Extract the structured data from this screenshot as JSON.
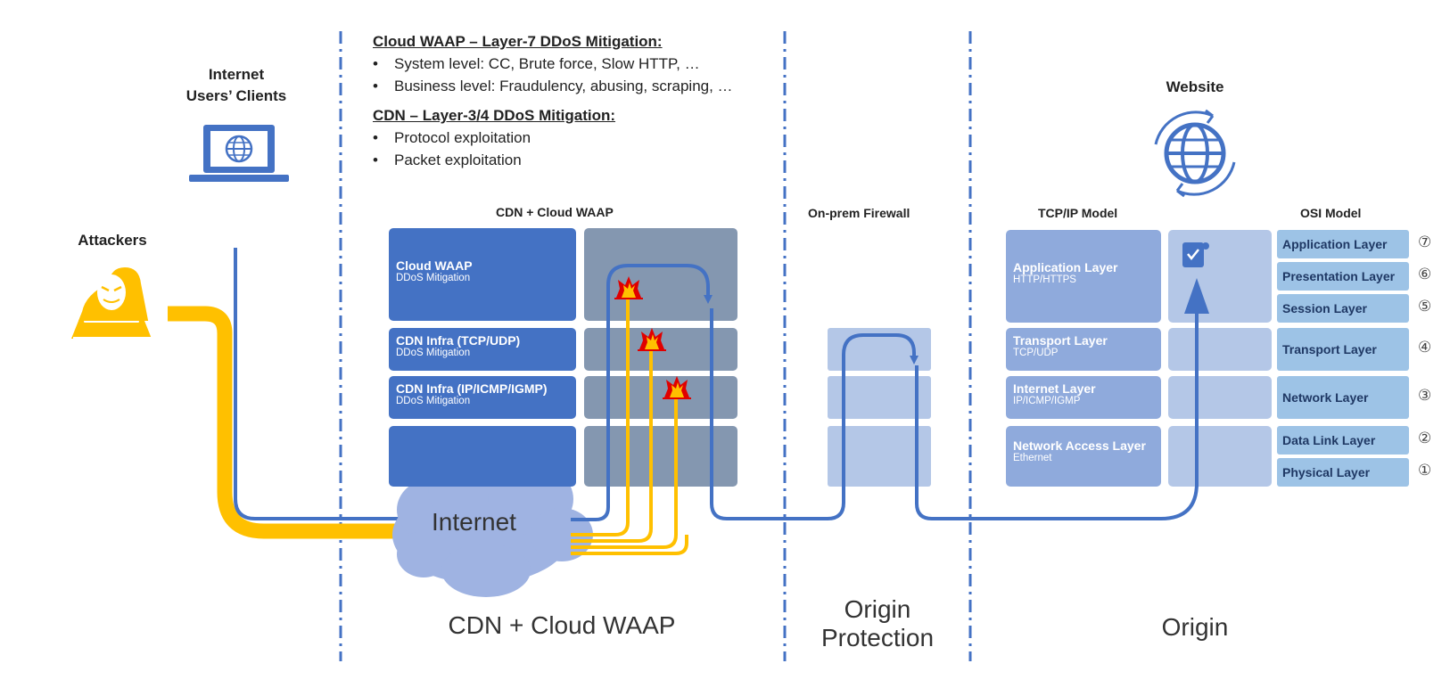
{
  "texts": {
    "users_line1": "Internet",
    "users_line2": "Users’ Clients",
    "attackers": "Attackers",
    "waap_heading": "Cloud WAAP – Layer-7 DDoS Mitigation:",
    "waap_bullets": [
      "System level: CC, Brute force, Slow HTTP, …",
      "Business level: Fraudulency, abusing, scraping, …"
    ],
    "cdn_heading": "CDN – Layer-3/4 DDoS Mitigation:",
    "cdn_bullets": [
      "Protocol exploitation",
      "Packet exploitation"
    ],
    "cdn_waap_title": "CDN + Cloud WAAP",
    "cloud_waap_box": {
      "title": "Cloud WAAP",
      "sub": "DDoS Mitigation"
    },
    "cdn_tcp_box": {
      "title": "CDN Infra (TCP/UDP)",
      "sub": "DDoS Mitigation"
    },
    "cdn_ip_box": {
      "title": "CDN Infra (IP/ICMP/IGMP)",
      "sub": "DDoS Mitigation"
    },
    "internet": "Internet",
    "firewall_title": "On-prem Firewall",
    "website": "Website",
    "tcpip_title": "TCP/IP Model",
    "osi_title": "OSI Model",
    "tcpip_layers": [
      {
        "title": "Application Layer",
        "sub": "HTTP/HTTPS"
      },
      {
        "title": "Transport Layer",
        "sub": "TCP/UDP"
      },
      {
        "title": "Internet Layer",
        "sub": "IP/ICMP/IGMP"
      },
      {
        "title": "Network Access Layer",
        "sub": "Ethernet"
      }
    ],
    "osi_layers": [
      {
        "name": "Application Layer",
        "num": "⑦"
      },
      {
        "name": "Presentation Layer",
        "num": "⑥"
      },
      {
        "name": "Session Layer",
        "num": "⑤"
      },
      {
        "name": "Transport Layer",
        "num": "④"
      },
      {
        "name": "Network Layer",
        "num": "③"
      },
      {
        "name": "Data Link Layer",
        "num": "②"
      },
      {
        "name": "Physical Layer",
        "num": "①"
      }
    ],
    "zone_cdn": "CDN + Cloud WAAP",
    "zone_origin_protection_1": "Origin",
    "zone_origin_protection_2": "Protection",
    "zone_origin": "Origin"
  },
  "colors": {
    "traffic_blue": "#4472c4",
    "attack_yellow": "#ffc000",
    "explosion_red": "#e00000",
    "cloud": "#9fb3e2"
  },
  "icons": [
    "laptop-globe-icon",
    "hacker-icon",
    "globe-refresh-icon",
    "certificate-icon",
    "explosion-icon"
  ]
}
